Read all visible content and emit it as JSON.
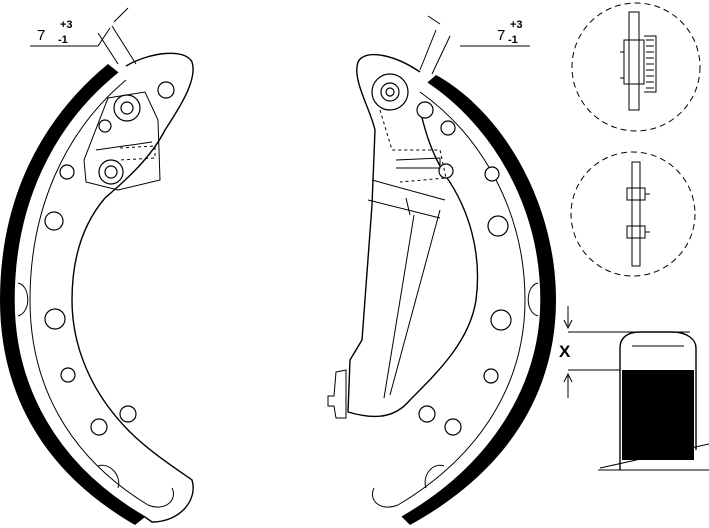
{
  "dimensions": {
    "left": {
      "nominal": "7",
      "upper": "+3",
      "lower": "-1"
    },
    "right": {
      "nominal": "7",
      "upper": "+3",
      "lower": "-1"
    }
  },
  "wear_indicator": {
    "label": "X"
  },
  "colors": {
    "line": "#000000",
    "lining": "#000000",
    "background": "#ffffff"
  }
}
